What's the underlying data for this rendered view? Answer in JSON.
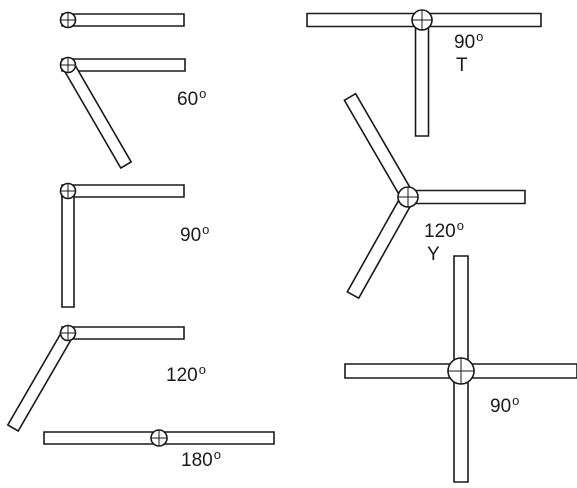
{
  "labels": {
    "angle_60": "60",
    "angle_90": "90",
    "angle_120": "120",
    "angle_180": "180",
    "angle_t_90": "90",
    "t_suffix": "T",
    "angle_y_120": "120",
    "y_suffix": "Y",
    "angle_x_90": "90",
    "degree_mark": "o"
  },
  "colors": {
    "stroke": "#1a1a1a",
    "fill": "#ffffff"
  }
}
